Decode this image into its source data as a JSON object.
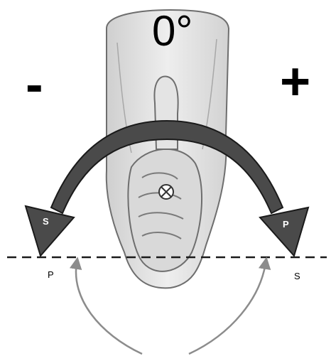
{
  "figure": {
    "angle_label": "0°",
    "left_sign": "-",
    "right_sign": "+",
    "left_arrow_tip_label": "S",
    "right_arrow_tip_label": "P",
    "left_baseline_label": "P",
    "right_baseline_label": "S"
  },
  "colors": {
    "arrow_fill": "#4a4a4a",
    "arrow_stroke": "#1a1a1a",
    "forearm_fill": "#e6e6e6",
    "forearm_stroke": "#6e6e6e",
    "dashed_line": "#1a1a1a",
    "lower_arc": "#8c8c8c"
  }
}
